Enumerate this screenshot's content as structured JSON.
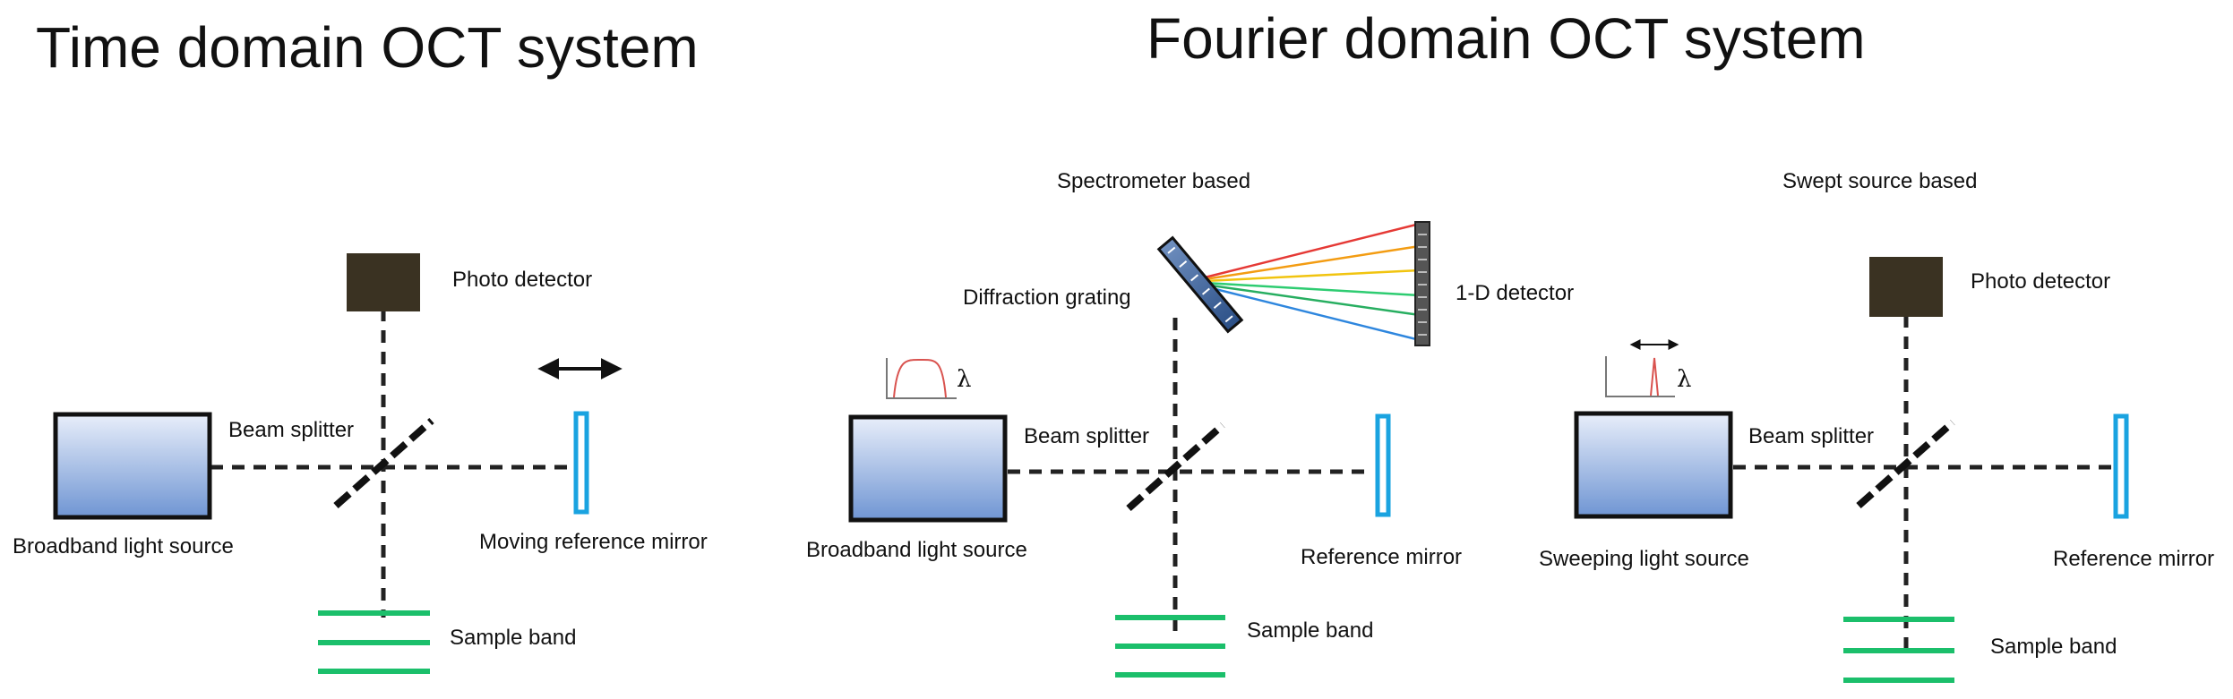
{
  "titles": {
    "time_domain": "Time domain OCT system",
    "fourier_domain": "Fourier domain OCT system"
  },
  "panel_td": {
    "photo_detector": "Photo detector",
    "beam_splitter": "Beam splitter",
    "light_source": "Broadband light source",
    "mirror": "Moving reference mirror",
    "sample": "Sample band"
  },
  "panel_sd": {
    "heading": "Spectrometer based",
    "grating": "Diffraction grating",
    "detector": "1-D detector",
    "beam_splitter": "Beam splitter",
    "light_source": "Broadband light source",
    "mirror": "Reference mirror",
    "sample": "Sample band",
    "spectrum_symbol": "λ"
  },
  "panel_ss": {
    "heading": "Swept source based",
    "photo_detector": "Photo detector",
    "beam_splitter": "Beam splitter",
    "light_source": "Sweeping light source",
    "mirror": "Reference mirror",
    "sample": "Sample band",
    "spectrum_symbol": "λ"
  },
  "colors": {
    "beam": "#222222",
    "detector": "#3a3222",
    "mirror_outline": "#1aa3e0",
    "sample_band": "#1bbf6b",
    "source_gradient_top": "#e8eefa",
    "source_gradient_bottom": "#6f95d3",
    "spectrum_curve": "#d9534f",
    "rays": [
      "#e53935",
      "#f39c12",
      "#f1c40f",
      "#2ecc71",
      "#27ae60",
      "#2e86de"
    ]
  },
  "icons": {
    "movement_arrow": "double-arrow-icon",
    "photo_detector": "detector-square-icon"
  }
}
